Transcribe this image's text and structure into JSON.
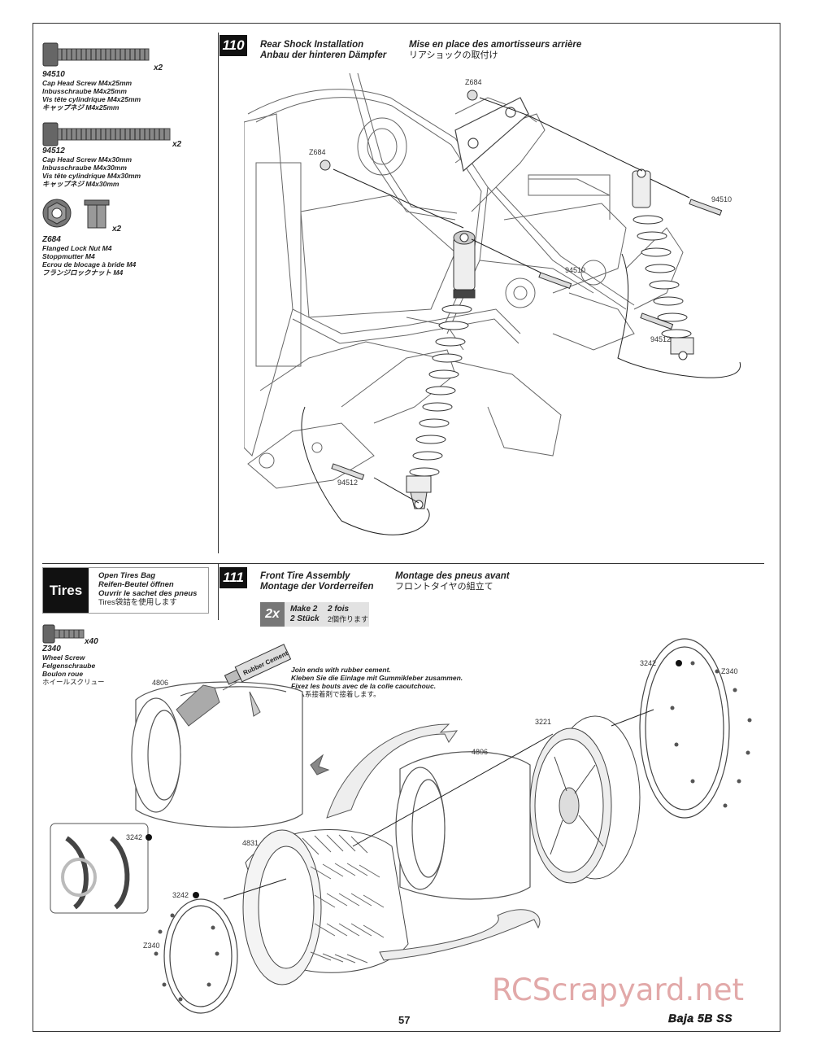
{
  "parts_step110": [
    {
      "code": "94510",
      "qty": "x2",
      "lines": [
        "Cap Head Screw M4x25mm",
        "Inbusschraube M4x25mm",
        "Vis tête cylindrique M4x25mm",
        "キャップネジ M4x25mm"
      ]
    },
    {
      "code": "94512",
      "qty": "x2",
      "lines": [
        "Cap Head Screw M4x30mm",
        "Inbusschraube M4x30mm",
        "Vis tête cylindrique M4x30mm",
        "キャップネジ M4x30mm"
      ]
    },
    {
      "code": "Z684",
      "qty": "x2",
      "lines": [
        "Flanged Lock Nut M4",
        "Stoppmutter M4",
        "Ecrou de blocage à bride M4",
        "フランジロックナット M4"
      ]
    }
  ],
  "step110": {
    "number": "110",
    "title_en": "Rear Shock Installation",
    "title_de": "Anbau der hinteren Dämpfer",
    "title_fr": "Mise en place des amortisseurs arrière",
    "title_jp": "リアショックの取付け",
    "callouts": {
      "z684_top": "Z684",
      "z684_left": "Z684",
      "s94510_right": "94510",
      "s94510_mid": "94510",
      "s94512_right": "94512",
      "s94512_bottom": "94512"
    }
  },
  "tires_box": {
    "label": "Tires",
    "lines": [
      "Open Tires Bag",
      "Reifen-Beutel öffnen",
      "Ouvrir le sachet des pneus",
      "Tires袋詰を使用します"
    ]
  },
  "part_z340": {
    "code": "Z340",
    "qty": "x40",
    "lines": [
      "Wheel Screw",
      "Felgenschraube",
      "Boulon roue",
      "ホイールスクリュー"
    ]
  },
  "step111": {
    "number": "111",
    "title_en": "Front Tire Assembly",
    "title_de": "Montage der Vorderreifen",
    "title_fr": "Montage des pneus avant",
    "title_jp": "フロントタイヤの組立て",
    "make_badge": "2x",
    "make_lines": {
      "en": "Make 2",
      "fr": "2 fois",
      "de": "2 Stück",
      "jp": "2個作ります"
    },
    "glue_note": [
      "Join ends with rubber cement.",
      "Kleben Sie die Einlage mit Gummikleber zusammen.",
      "Fixez les bouts avec de la colle caoutchouc.",
      "ゴム系接着剤で接着します。"
    ],
    "glue_label": "Rubber Cement",
    "callouts": {
      "c4806_top": "4806",
      "c4806_mid": "4806",
      "c4831": "4831",
      "c3221": "3221",
      "c3242_top": "3242",
      "c3242_inset": "3242",
      "c3242_left": "3242",
      "z340_top": "Z340",
      "z340_left": "Z340"
    }
  },
  "footer": {
    "page": "57",
    "logo": "Baja 5B SS"
  },
  "watermark": "RCScrapyard.net"
}
